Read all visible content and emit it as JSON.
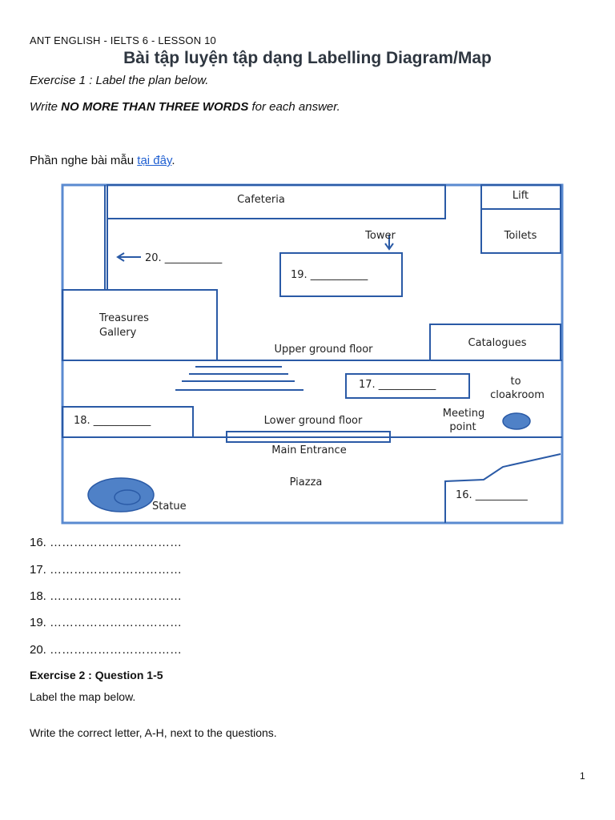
{
  "header": {
    "course": "ANT ENGLISH - IELTS 6 - LESSON 10",
    "title": "Bài tập luyện tập dạng Labelling Diagram/Map"
  },
  "exercise1": {
    "heading": "Exercise 1 : Label the plan below.",
    "write_prefix": "Write ",
    "write_bold": "NO MORE THAN THREE WORDS",
    "write_suffix": " for each answer.",
    "listen_prefix": "Phần nghe bài mẫu ",
    "listen_link": "tại đây",
    "listen_suffix": "."
  },
  "plan": {
    "cafeteria": "Cafeteria",
    "lift": "Lift",
    "toilets": "Toilets",
    "tower": "Tower",
    "q20": "20. ___________",
    "q19": "19. ___________",
    "treasures_line1": "Treasures",
    "treasures_line2": "Gallery",
    "catalogues": "Catalogues",
    "upper_floor": "Upper ground floor",
    "q17": "17. ___________",
    "to_line1": "to",
    "to_line2": "cloakroom",
    "q18": "18. ___________",
    "lower_floor": "Lower ground floor",
    "meeting_line1": "Meeting",
    "meeting_line2": "point",
    "main_entrance": "Main Entrance",
    "piazza": "Piazza",
    "statue": "Statue",
    "q16": "16. __________",
    "colors": {
      "line": "#2a5aa6",
      "fill": "#4f81c7",
      "frame": "#5a8ad0"
    }
  },
  "answers": [
    "16. ……………………………",
    "17. ……………………………",
    "18. ……………………………",
    "19. ……………………………",
    "20. ……………………………"
  ],
  "exercise2": {
    "heading": "Exercise  2 : Question 1-5",
    "desc": "Label the map below.",
    "write": "Write the correct letter, A-H, next to the questions."
  },
  "page_number": "1"
}
